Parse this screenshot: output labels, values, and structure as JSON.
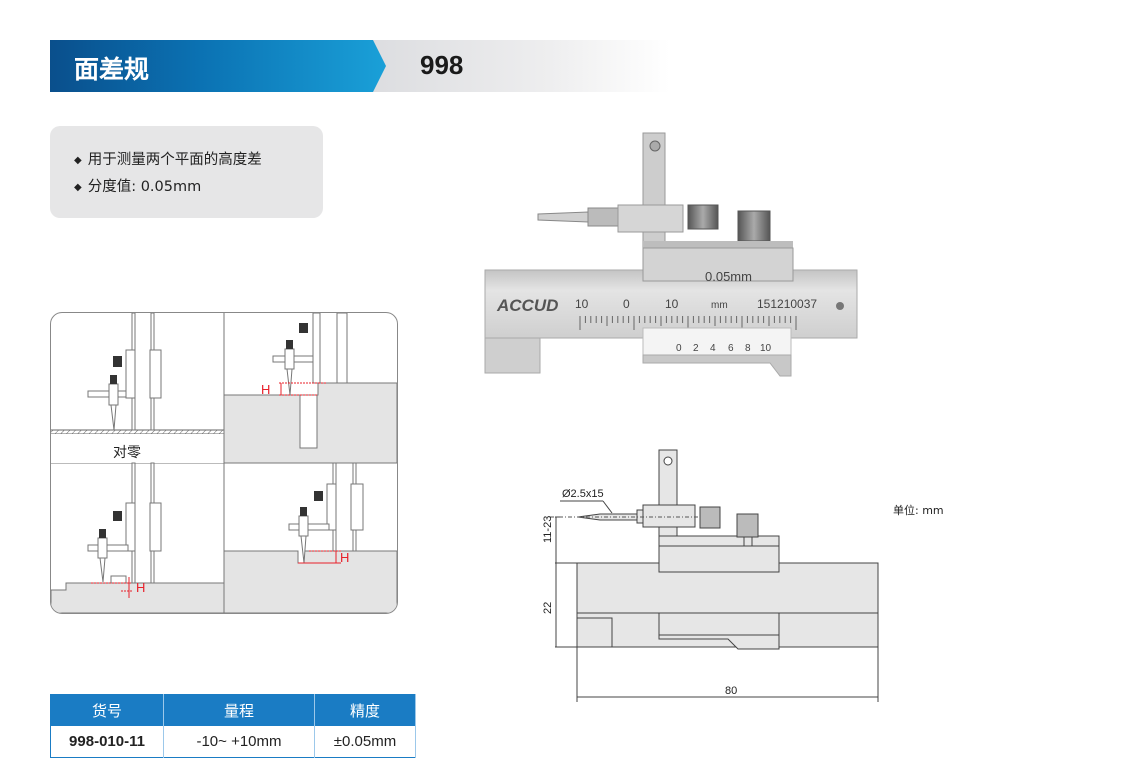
{
  "header": {
    "title": "面差规",
    "model": "998"
  },
  "features": [
    "用于测量两个平面的高度差",
    "分度值: 0.05mm"
  ],
  "diagrams": {
    "zero_label": "对零",
    "height_label": "H"
  },
  "photo": {
    "brand": "ACCUD",
    "resolution_label": "0.05mm",
    "main_scale_labels": [
      "10",
      "0",
      "10",
      "mm"
    ],
    "serial": "151210037",
    "vernier_labels": [
      "0",
      "2",
      "4",
      "6",
      "8",
      "10"
    ]
  },
  "drawing": {
    "probe_label": "Ø2.5x15",
    "height_range": "11-23",
    "body_height": "22",
    "length": "80",
    "unit": "单位: mm"
  },
  "spec_table": {
    "headers": [
      "货号",
      "量程",
      "精度"
    ],
    "rows": [
      [
        "998-010-11",
        "-10~ +10mm",
        "±0.05mm"
      ]
    ]
  },
  "colors": {
    "brand_blue": "#1a7cc4",
    "accent_red": "#e8202a"
  }
}
